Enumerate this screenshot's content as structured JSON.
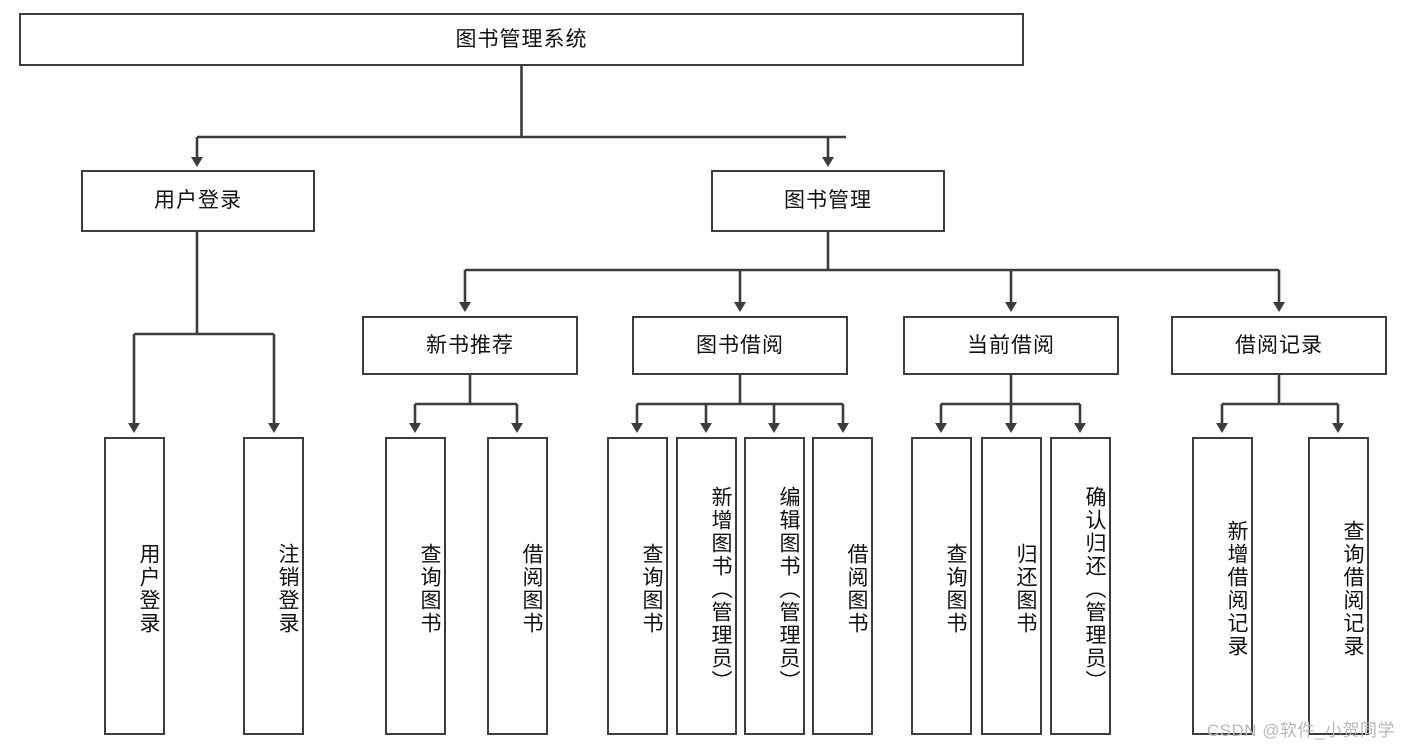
{
  "diagram": {
    "title": "图书管理系统",
    "type": "tree-hierarchy-diagram",
    "colors": {
      "box_border": "#3c3c3c",
      "box_fill": "#ffffff",
      "connector": "#3c3c3c",
      "text": "#111111",
      "watermark": "#b8b8b8",
      "background": "#ffffff"
    },
    "root": {
      "label": "图书管理系统"
    },
    "level2": [
      {
        "label": "用户登录"
      },
      {
        "label": "图书管理"
      }
    ],
    "level3": [
      {
        "label": "新书推荐"
      },
      {
        "label": "图书借阅"
      },
      {
        "label": "当前借阅"
      },
      {
        "label": "借阅记录"
      }
    ],
    "leaves": {
      "user_login": [
        {
          "label": "用户登录"
        },
        {
          "label": "注销登录"
        }
      ],
      "new_book_recommend": [
        {
          "label": "查询图书"
        },
        {
          "label": "借阅图书"
        }
      ],
      "book_borrow": [
        {
          "label": "查询图书"
        },
        {
          "label": "新增图书（管理员）"
        },
        {
          "label": "编辑图书（管理员）"
        },
        {
          "label": "借阅图书"
        }
      ],
      "current_borrow": [
        {
          "label": "查询图书"
        },
        {
          "label": "归还图书"
        },
        {
          "label": "确认归还（管理员）"
        }
      ],
      "borrow_record": [
        {
          "label": "新增借阅记录"
        },
        {
          "label": "查询借阅记录"
        }
      ]
    }
  },
  "watermark": {
    "text": "CSDN @软件_小贺同学"
  }
}
